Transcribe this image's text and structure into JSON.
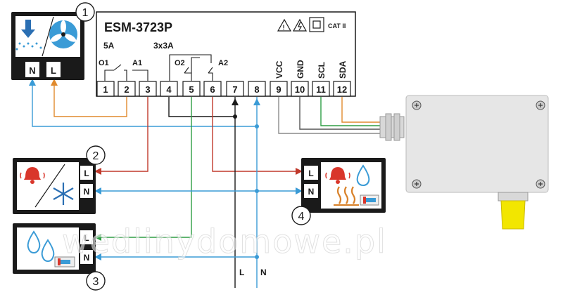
{
  "controller": {
    "model": "ESM-3723P",
    "cat": "CAT II",
    "relay_rating_1": "5A",
    "relay_rating_2": "3x3A",
    "contacts": {
      "o1": "O1",
      "a1": "A1",
      "o2": "O2",
      "a2": "A2"
    },
    "terminals": [
      "1",
      "2",
      "3",
      "4",
      "5",
      "6",
      "7",
      "8",
      "9",
      "10",
      "11",
      "12"
    ],
    "signal_labels": {
      "vcc": "VCC",
      "gnd": "GND",
      "scl": "SCL",
      "sda": "SDA"
    }
  },
  "devices": {
    "d1": {
      "number": "1",
      "terminal_n": "N",
      "terminal_l": "L",
      "icons": [
        "smoke-generator-icon",
        "fan-icon"
      ]
    },
    "d2": {
      "number": "2",
      "terminal_l": "L",
      "terminal_n": "N",
      "icons": [
        "alarm-bell-icon",
        "snowflake-icon"
      ]
    },
    "d3": {
      "number": "3",
      "terminal_l": "L",
      "terminal_n": "N",
      "icons": [
        "water-drops-icon",
        "valve-icon"
      ]
    },
    "d4": {
      "number": "4",
      "terminal_l": "L",
      "terminal_n": "N",
      "icons": [
        "alarm-bell-icon",
        "water-drop-icon",
        "heater-icon",
        "valve-icon"
      ]
    }
  },
  "supply": {
    "l_label": "L",
    "n_label": "N"
  },
  "watermark": "wedlinydomowe.pl",
  "colors": {
    "phase_brown": "#c0392b",
    "neutral_blue": "#3a9bd6",
    "earth_green": "#2e9e44",
    "orange": "#e08a2e",
    "black": "#1a1a1a",
    "gray": "#8a8a8a",
    "sensor_box": "#e6e6e6",
    "cable_gland": "#f2e600"
  }
}
